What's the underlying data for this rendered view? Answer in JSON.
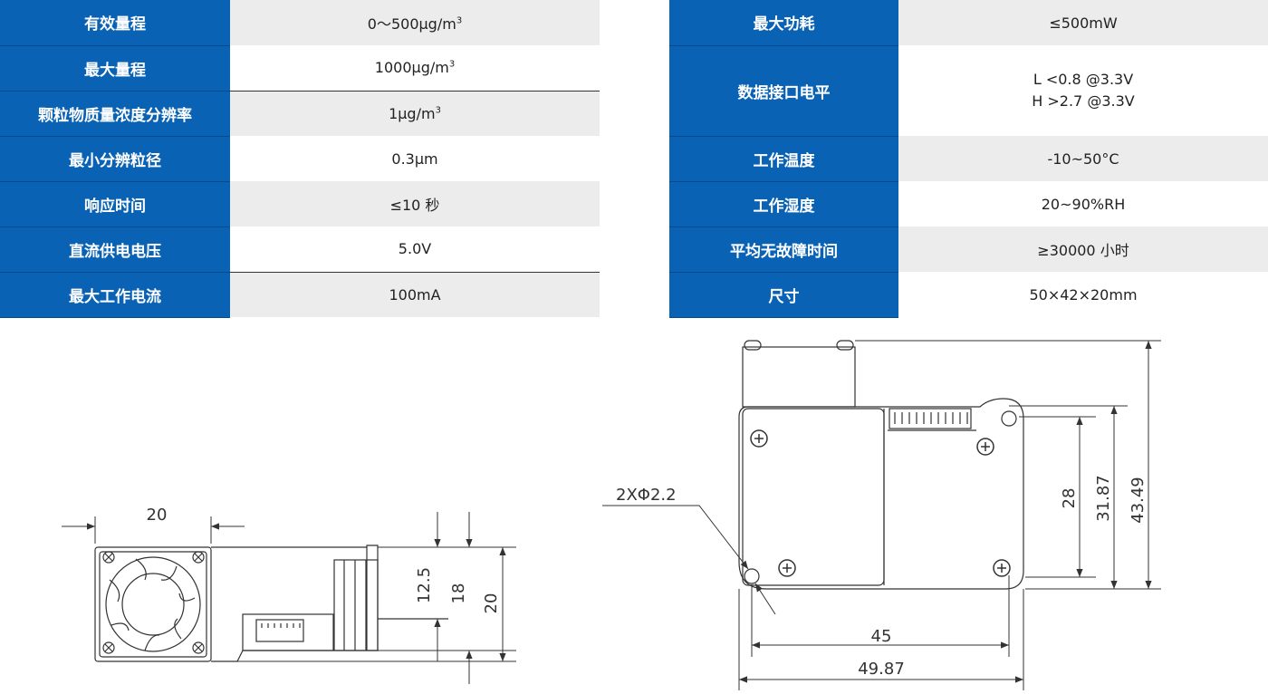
{
  "spec_left": [
    {
      "label": "有效量程",
      "value": "0～500μg/m",
      "sup": "3"
    },
    {
      "label": "最大量程",
      "value": "1000μg/m",
      "sup": "3"
    },
    {
      "label": "颗粒物质量浓度分辨率",
      "value": "1μg/m",
      "sup": "3"
    },
    {
      "label": "最小分辨粒径",
      "value": "0.3μm"
    },
    {
      "label": "响应时间",
      "value": "≤10 秒"
    },
    {
      "label": "直流供电电压",
      "value": "5.0V"
    },
    {
      "label": "最大工作电流",
      "value": "100mA"
    }
  ],
  "spec_right": [
    {
      "label": "最大功耗",
      "value": "≤500mW"
    },
    {
      "label": "数据接口电平",
      "value_line1": "L <0.8 @3.3V",
      "value_line2": "H >2.7 @3.3V"
    },
    {
      "label": "工作温度",
      "value": "-10~50°C"
    },
    {
      "label": "工作湿度",
      "value": "20~90%RH"
    },
    {
      "label": "平均无故障时间",
      "value": "≥30000 小时"
    },
    {
      "label": "尺寸",
      "value": "50×42×20mm"
    }
  ],
  "drawing": {
    "side": {
      "width": "20",
      "h1": "12.5",
      "h2": "18",
      "h3": "20"
    },
    "top": {
      "hole": "2XΦ2.2",
      "h1": "28",
      "h2": "31.87",
      "h3": "43.49",
      "w1": "45",
      "w2": "49.87"
    }
  },
  "colors": {
    "header_blue": "#0a62b5",
    "row_gray": "#ececec"
  }
}
